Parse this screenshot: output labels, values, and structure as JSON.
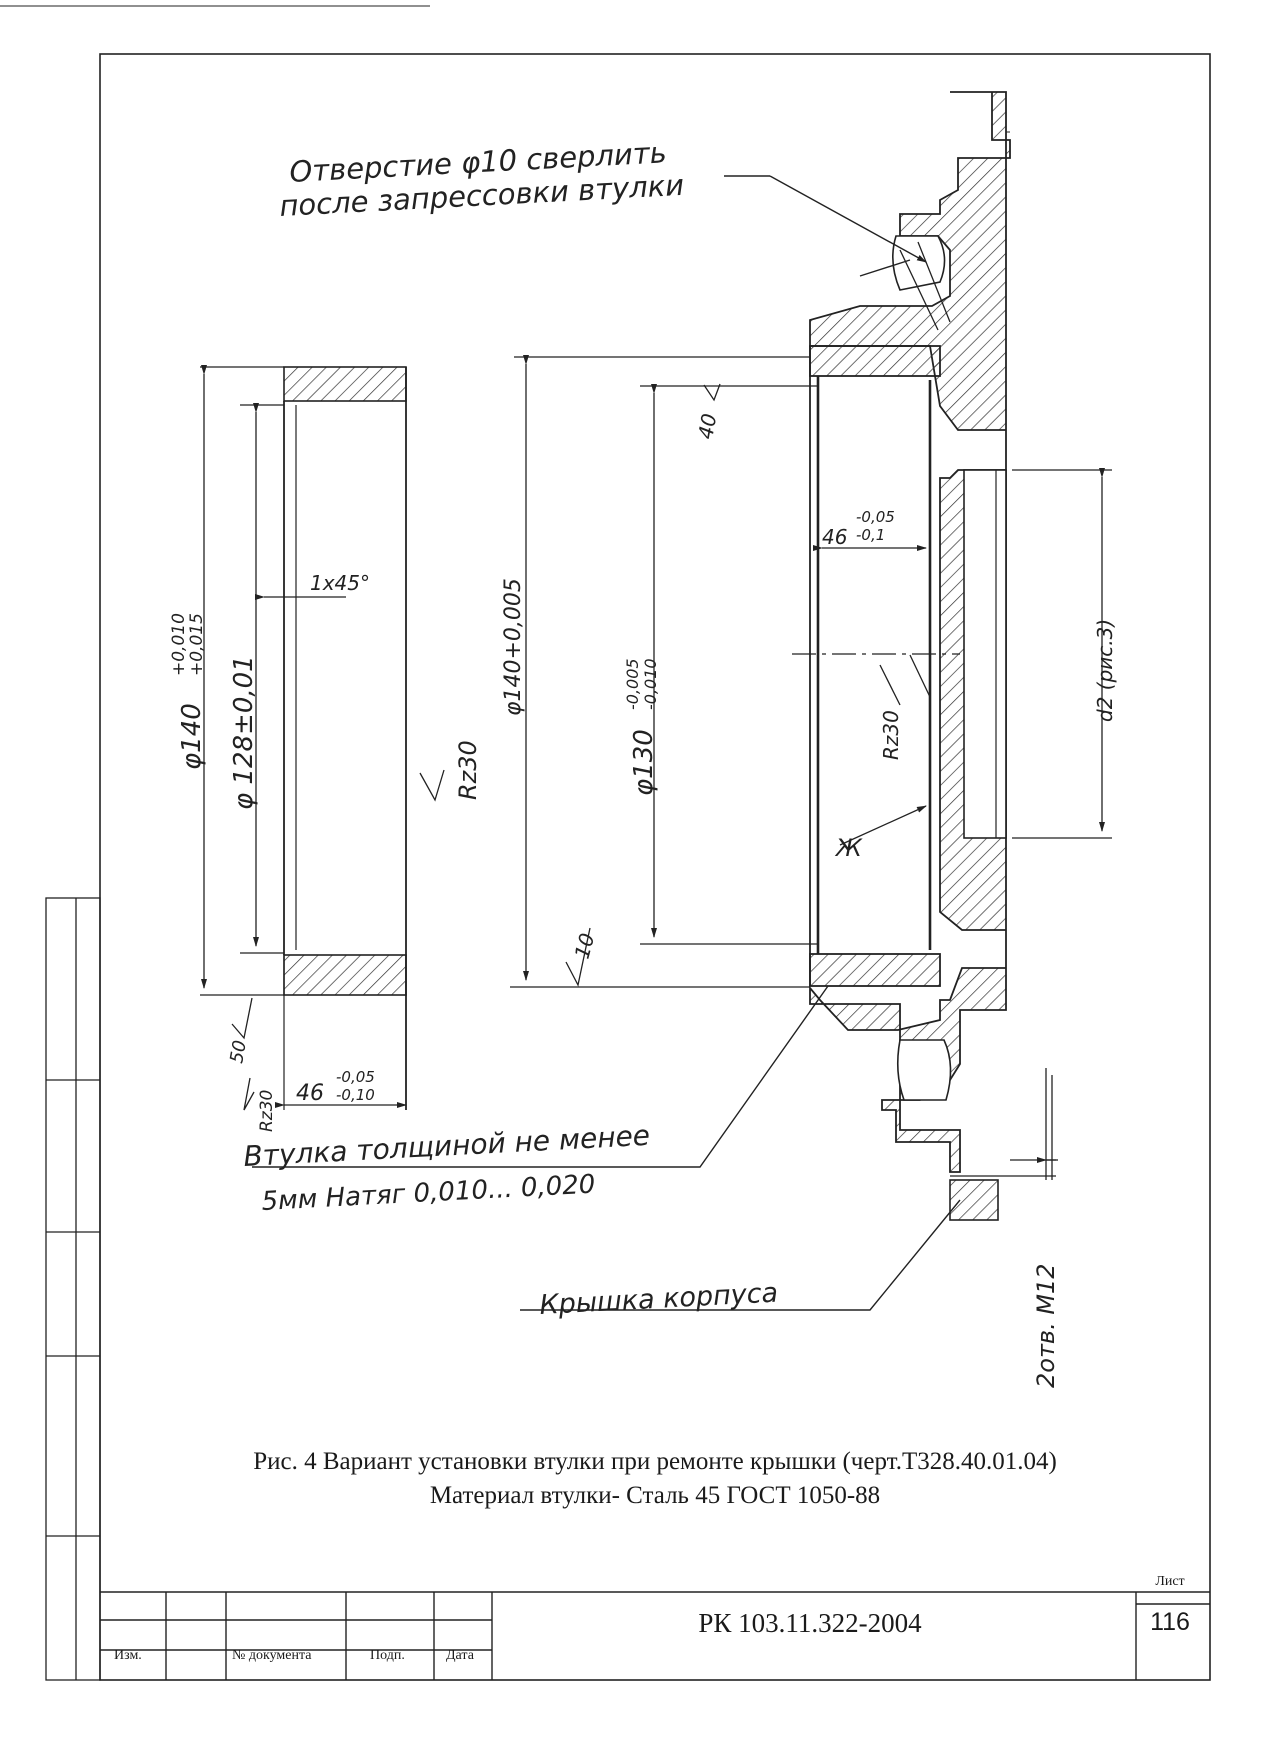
{
  "annotations": {
    "drill_note_line1": "Отверстие φ10 сверлить",
    "drill_note_line2": "после запрессовки втулки",
    "bushing_note_line1": "Втулка толщиной не менее",
    "bushing_note_line2": "5мм  Натяг 0,010... 0,020",
    "cover_label": "Крышка корпуса",
    "holes_label": "2отв. М12"
  },
  "dimensions": {
    "d140_left": "φ140",
    "d140_left_tol_upper": "+0,010",
    "d140_left_tol_lower": "+0,015",
    "d128": "φ 128±0,01",
    "chamfer": "1х45°",
    "rz30_left": "Rz30",
    "rz30_bottom": "Rz30",
    "rough50": "50",
    "w46_left": "46",
    "w46_left_tol_upper": "-0,05",
    "w46_left_tol_lower": "-0,10",
    "d140_mid": "φ140+0,005",
    "d130": "φ130",
    "d130_tol_upper": "-0,005",
    "d130_tol_lower": "-0,010",
    "rough40": "40",
    "rough10": "10",
    "w46_right": "46",
    "w46_right_tol_upper": "-0,05",
    "w46_right_tol_lower": "-0,1",
    "rz30_right": "Rz30",
    "weld_mark": "Ж",
    "d2_label": "d2 (рис.3)"
  },
  "caption": {
    "line1": "Рис. 4 Вариант установки втулки при ремонте крышки (черт.Т328.40.01.04)",
    "line2": "Материал втулки- Сталь 45 ГОСТ 1050-88"
  },
  "title_block": {
    "doc_number": "РК 103.11.322-2004",
    "sheet_label": "Лист",
    "sheet_number": "116",
    "col_izm": "Изм.",
    "col_doc": "№ документа",
    "col_sign": "Подп.",
    "col_date": "Дата"
  }
}
